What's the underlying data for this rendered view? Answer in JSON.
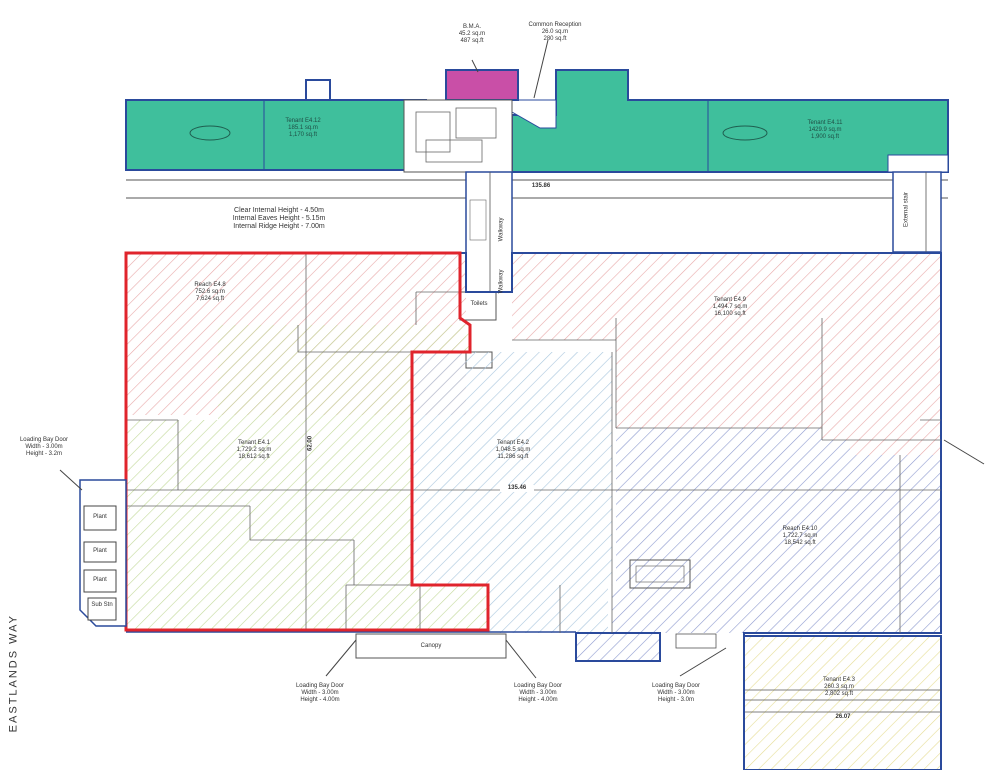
{
  "labels": {
    "bma": [
      "B.M.A.",
      "45.2 sq.m",
      "487 sq.ft"
    ],
    "reception": [
      "Common Reception",
      "26.0 sq.m",
      "280 sq.ft"
    ],
    "upper_tenant_left": [
      "Tenant E4.12",
      "185.1 sq.m",
      "1,170 sq.ft"
    ],
    "upper_tenant_right": [
      "Tenant E4.11",
      "1429.9 sq.m",
      "1,900 sq.ft"
    ],
    "corridor_dim": "135.86",
    "heights": [
      "Clear Internal Height - 4.50m",
      "Internal Eaves Height - 5.15m",
      "Internal Ridge Height - 7.00m"
    ],
    "toilets": "Toilets",
    "walkway": "Walkway",
    "escape": "External stair",
    "reach_top_left": [
      "Reach E4.8",
      "752.6 sq.m",
      "7,624 sq.ft"
    ],
    "tenant_top_right": [
      "Tenant E4.9",
      "1,494.7 sq.m",
      "16,100 sq.ft"
    ],
    "tenant_e41": [
      "Tenant E4.1",
      "1,729.2 sq.m",
      "18,612 sq.ft"
    ],
    "tenant_e42": [
      "Tenant E4.2",
      "1,048.5 sq.m",
      "11,286 sq.ft"
    ],
    "reach_e410": [
      "Reach E4.10",
      "1,722.7 sq.m",
      "18,542 sq.ft"
    ],
    "vertical_dim": "62.00",
    "horizontal_dim": "135.46",
    "plant": "Plant",
    "sub_stn": "Sub Stn",
    "canopy": "Canopy",
    "loading_left": [
      "Loading Bay Door",
      "Width - 3.00m",
      "Height - 3.2m"
    ],
    "loading_mid1": [
      "Loading Bay Door",
      "Width - 3.00m",
      "Height - 4.00m"
    ],
    "loading_mid2": [
      "Loading Bay Door",
      "Width - 3.00m",
      "Height - 4.00m"
    ],
    "loading_right": [
      "Loading Bay Door",
      "Width - 3.00m",
      "Height - 3.0m"
    ],
    "tenant_e43": [
      "Tenant E4.3",
      "260.3 sq.m",
      "2,802 sq.ft"
    ],
    "lower_dim": "26.07",
    "street": "EASTLANDS WAY"
  },
  "colors": {
    "outline_blue": "#2a4a9c",
    "outline_red": "#e0242c",
    "teal": "#3fbf9c",
    "magenta": "#c94fa7",
    "hatch_pink": "#e8a9a9",
    "hatch_green": "#c3d99a",
    "hatch_blue": "#9fbfd9",
    "hatch_navy": "#8e9bcf",
    "hatch_yellow": "#e6dd95"
  }
}
